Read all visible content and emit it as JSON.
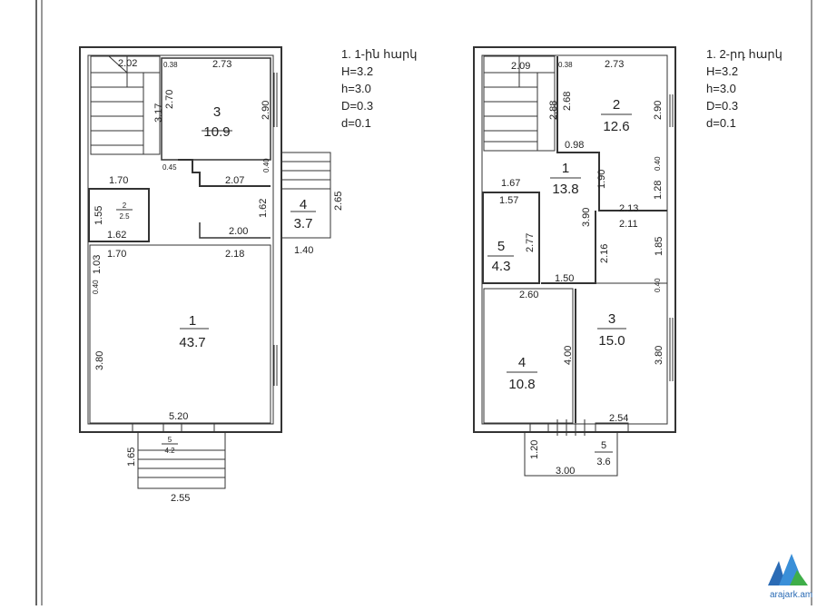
{
  "floor1": {
    "notes": [
      "1. 1-ին հարկ",
      "H=3.2",
      "h=3.0",
      "D=0.3",
      "d=0.1"
    ],
    "rooms": [
      {
        "num": "1",
        "area": "43.7"
      },
      {
        "num": "3",
        "area": "10.9"
      },
      {
        "num": "4",
        "area": "3.7"
      },
      {
        "num": "2",
        "area": "2.5"
      },
      {
        "num": "5",
        "area": "4.2"
      }
    ],
    "dims": [
      "2.02",
      "0.38",
      "2.73",
      "3.17",
      "2.70",
      "2.90",
      "0.40",
      "0.45",
      "2.07",
      "1.70",
      "1.55",
      "1.62",
      "1.62",
      "2.00",
      "2.65",
      "1.40",
      "1.70",
      "2.18",
      "1.03",
      "0.40",
      "3.80",
      "5.20",
      "1.65",
      "2.55"
    ]
  },
  "floor2": {
    "notes": [
      "1. 2-րդ հարկ",
      "H=3.2",
      "h=3.0",
      "D=0.3",
      "d=0.1"
    ],
    "rooms": [
      {
        "num": "2",
        "area": "12.6"
      },
      {
        "num": "1",
        "area": "13.8"
      },
      {
        "num": "5",
        "area": "4.3"
      },
      {
        "num": "3",
        "area": "15.0"
      },
      {
        "num": "4",
        "area": "10.8"
      },
      {
        "num": "5",
        "area": "3.6"
      }
    ],
    "dims": [
      "2.09",
      "0.38",
      "2.73",
      "2.88",
      "2.68",
      "2.90",
      "0.98",
      "0.40",
      "1.67",
      "1.90",
      "1.28",
      "1.57",
      "2.13",
      "3.90",
      "2.11",
      "2.77",
      "1.85",
      "2.16",
      "1.50",
      "0.40",
      "2.60",
      "4.00",
      "3.80",
      "2.54",
      "1.20",
      "3.00"
    ]
  },
  "logo": {
    "text": "arajark.am",
    "icon": "arajark-logo-icon"
  },
  "colors": {
    "line": "#333333",
    "accent": "#2a6bb5",
    "accent2": "#3fae49"
  }
}
